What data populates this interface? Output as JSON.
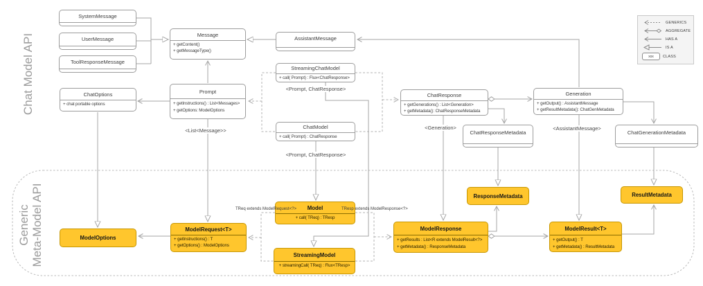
{
  "sections": {
    "chat_api_label": "Chat Model API",
    "meta_api_label_line1": "Generic",
    "meta_api_label_line2": "Meta-Model API"
  },
  "legend": {
    "items": [
      {
        "symbol": "generics-arrow",
        "label": "GENERICS"
      },
      {
        "symbol": "aggregate-arrow",
        "label": "AGGREGATE"
      },
      {
        "symbol": "has-a-arrow",
        "label": "HAS A"
      },
      {
        "symbol": "is-a-arrow",
        "label": "IS A"
      },
      {
        "symbol": "class-box",
        "label": "CLASS"
      }
    ],
    "class_symbol_text": "xxx"
  },
  "classes": {
    "system_message": {
      "title": "SystemMessage"
    },
    "user_message": {
      "title": "UserMessage"
    },
    "tool_response_message": {
      "title": "ToolResponseMessage"
    },
    "message": {
      "title": "Message",
      "methods": [
        "+ getContent()",
        "+ getMessageType()"
      ]
    },
    "assistant_message": {
      "title": "AssistantMessage"
    },
    "chat_options": {
      "title": "ChatOptions",
      "methods": [
        "+ chat portable options"
      ]
    },
    "prompt": {
      "title": "Prompt",
      "methods": [
        "+ getInstructions() : List<Messages>",
        "+ getOptions: ModelOptions"
      ]
    },
    "streaming_chat_model": {
      "title": "StreamingChatModel",
      "methods": [
        "+ call( Prompt) : Flux<ChatResponse>"
      ]
    },
    "chat_model": {
      "title": "ChatModel",
      "methods": [
        "+ call( Prompt) : ChatResponse"
      ]
    },
    "chat_response": {
      "title": "ChatResponse",
      "methods": [
        "+ getGenerations() : List<Generation>",
        "+ getMetadata(): ChatResponseMetadata"
      ]
    },
    "generation": {
      "title": "Generation",
      "methods": [
        "+ getOutput() : AssistantMessage",
        "+ getResultMetadata(): ChatGenMetadata"
      ]
    },
    "chat_response_metadata": {
      "title": "ChatResponseMetadata"
    },
    "chat_generation_metadata": {
      "title": "ChatGenerationMetadata"
    },
    "model_options": {
      "title": "ModelOptions"
    },
    "model_request": {
      "title": "ModelRequest<T>",
      "methods": [
        "+ getInstructions() : T",
        "+ getOptions() : ModelOptions"
      ]
    },
    "model": {
      "title": "Model",
      "methods": [
        "+ call( TReq) : TResp"
      ]
    },
    "streaming_model": {
      "title": "StreamingModel",
      "methods": [
        "+ streamingCall( TReq) : Flux<TResp>"
      ]
    },
    "model_response": {
      "title": "ModelResponse",
      "methods": [
        "+ getResults : List<R extends ModelResult<?>",
        "+ getMetadata() : ResponseMetadata"
      ]
    },
    "model_result": {
      "title": "ModelResult<T>",
      "methods": [
        "+ getOutput() : T",
        "+ getMetadata() : ResultMetadata"
      ]
    },
    "response_metadata": {
      "title": "ResponseMetadata"
    },
    "result_metadata": {
      "title": "ResultMetadata"
    }
  },
  "annotations": {
    "streaming_chat_generics": "<Prompt, ChatResponse>",
    "chat_model_generics": "<Prompt, ChatResponse>",
    "list_message": "<List<Message>>",
    "generation": "<Generation>",
    "assistant_message": "<AssistantMessage>",
    "treq": "TReq extends ModelRequest<?>",
    "tresp": "TResp extends ModelResponse<?>"
  },
  "colors": {
    "class_fill_yellow": "#FFC62D",
    "class_border_yellow": "#C79600",
    "line_gray": "#A5A5A5",
    "dashed_gray": "#BDBDBD",
    "section_label_gray": "#9B9B9B"
  }
}
